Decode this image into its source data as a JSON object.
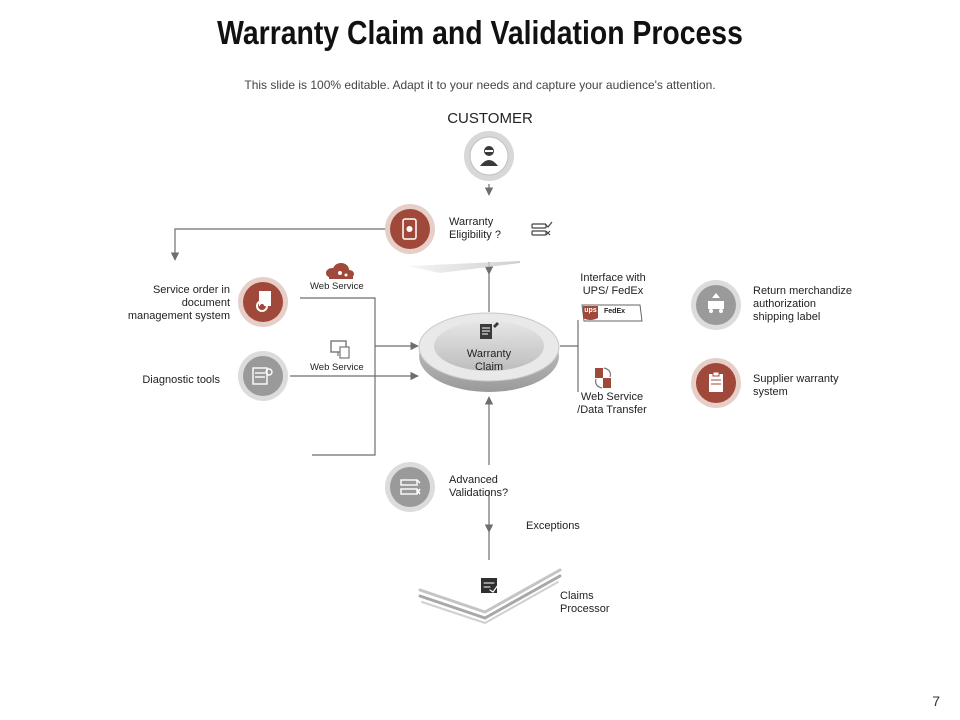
{
  "title": "Warranty Claim and Validation Process",
  "subtitle": "This slide is 100% editable. Adapt it to your needs and capture your audience's attention.",
  "customer": "CUSTOMER",
  "nodes": {
    "warranty_eligibility": "Warranty\nEligibility ?",
    "warranty_claim": "Warranty\nClaim",
    "service_order": "Service order in\ndocument\nmanagement system",
    "diagnostic_tools": "Diagnostic tools",
    "web_service_1": "Web Service",
    "web_service_2": "Web Service",
    "interface": "Interface with\nUPS/ FedEx",
    "web_service_data": "Web Service\n/Data Transfer",
    "return_merch": "Return merchandize\nauthorization\nshipping label",
    "supplier_warranty": "Supplier warranty\nsystem",
    "advanced_validations": "Advanced\nValidations?",
    "exceptions": "Exceptions",
    "claims_processor": "Claims\nProcessor"
  },
  "carrier_labels": {
    "ups": "ups",
    "fedex": "FedEx"
  },
  "colors": {
    "accent": "#a0483a",
    "gray_icon": "#9a9a9a",
    "line": "#6e6e6e"
  },
  "page_number": "7"
}
